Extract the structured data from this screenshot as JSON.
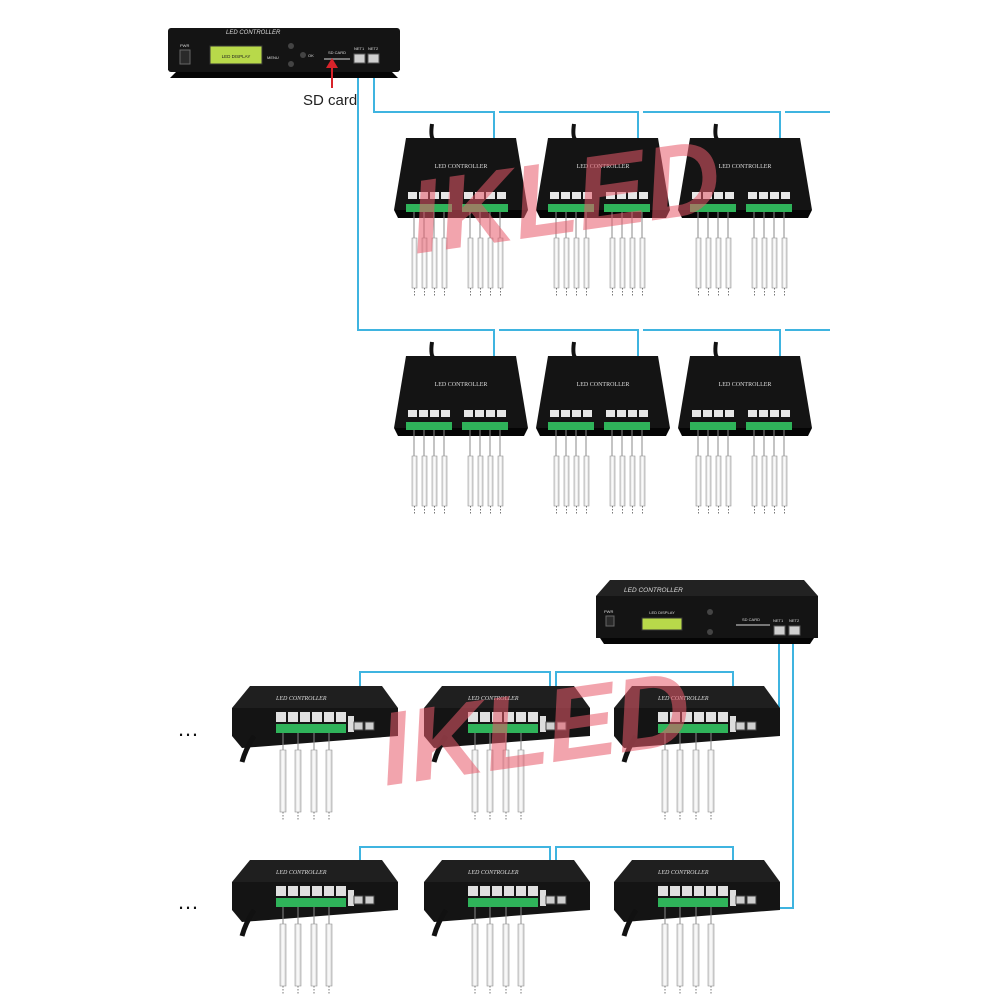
{
  "watermark": "IKLED",
  "colors": {
    "cable": "#3fb4e0",
    "device_body": "#141414",
    "terminal_green": "#2fb35a",
    "lcd": "#b8d94a",
    "arrow": "#d8232a",
    "watermark": "#e85a6a"
  },
  "labels": {
    "sd_card": "SD card",
    "continuation": "…"
  },
  "device_text": {
    "led_controller": "LED CONTROLLER",
    "led_display": "LED DISPLAY",
    "sd_card_slot": "SD CARD",
    "power": "PWR",
    "net1": "NET1",
    "net2": "NET2",
    "ok": "OK",
    "menu": "MENU"
  }
}
